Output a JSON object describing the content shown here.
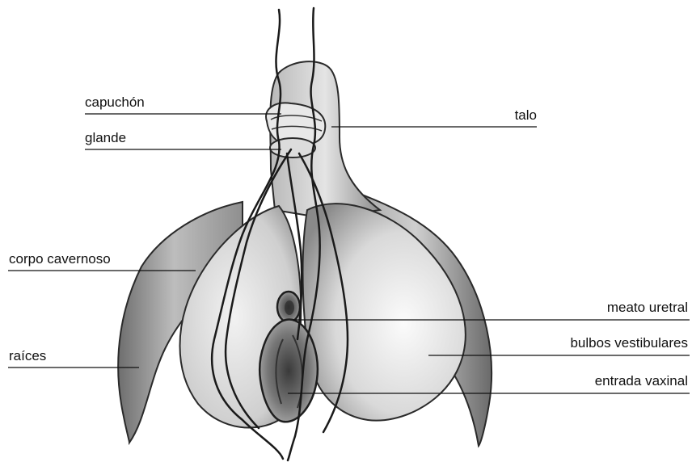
{
  "labels": {
    "hood": "capuchón",
    "glans": "glande",
    "body": "talo",
    "corpus_cavernosum": "corpo cavernoso",
    "roots": "raíces",
    "urethral_meatus": "meato uretral",
    "vestibular_bulbs": "bulbos vestibulares",
    "vaginal_entrance": "entrada vaxinal"
  }
}
